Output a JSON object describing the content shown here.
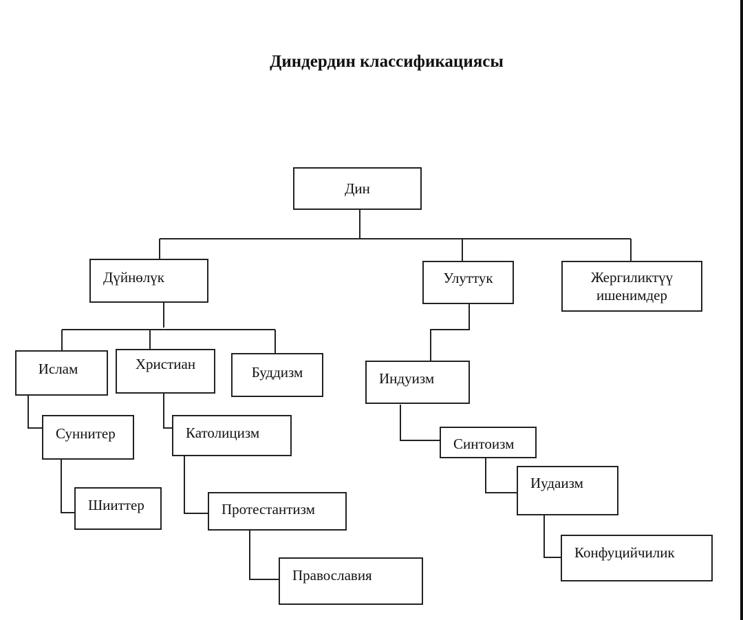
{
  "title": "Диндердин классификациясы",
  "nodes": {
    "din": "Дин",
    "duinoluk": "Дүйнөлүк",
    "uluttuk": "Улуттук",
    "jergiliktuu": "Жергиликтүү ишенимдер",
    "islam": "Ислам",
    "hristian": "Христиан",
    "buddizm": "Буддизм",
    "induizm": "Индуизм",
    "sunniter": "Суннитер",
    "shiitter": "Шииттер",
    "katolitsizm": "Католицизм",
    "protestantizm": "Протестантизм",
    "pravoslaviya": "Православия",
    "sintoizm": "Синтоизм",
    "iudaizm": "Иудаизм",
    "konfutsiychilik": "Конфуцийчилик"
  }
}
